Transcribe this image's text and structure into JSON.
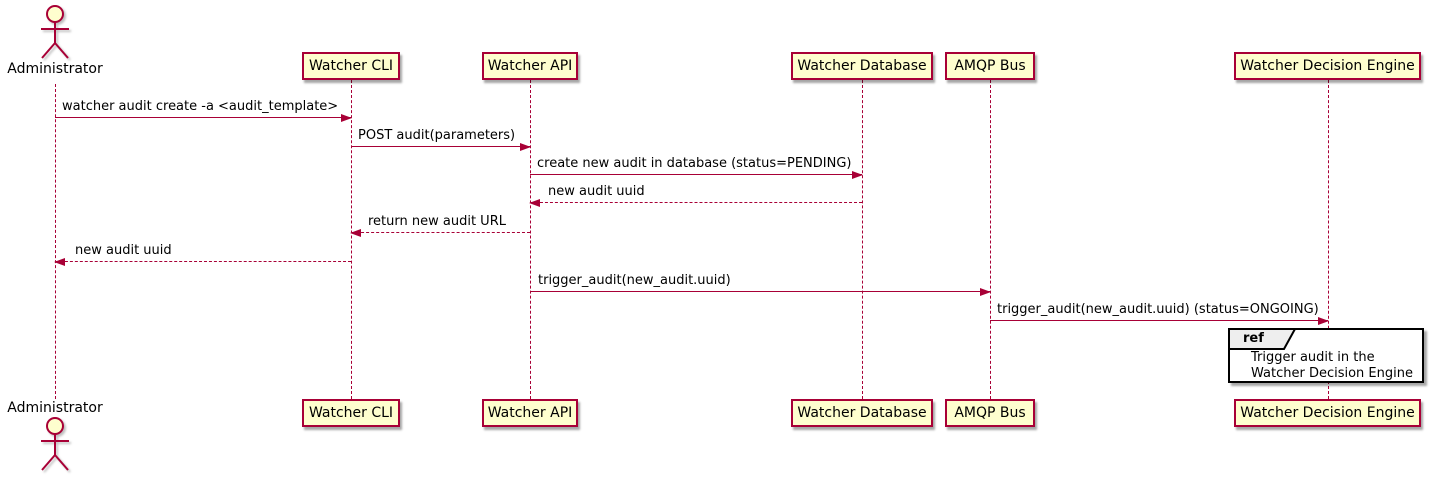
{
  "diagram": {
    "type": "sequence",
    "actor": {
      "label": "Administrator"
    },
    "participants": [
      {
        "id": "watcher-cli",
        "label": "Watcher CLI"
      },
      {
        "id": "watcher-api",
        "label": "Watcher API"
      },
      {
        "id": "watcher-database",
        "label": "Watcher Database"
      },
      {
        "id": "amqp-bus",
        "label": "AMQP Bus"
      },
      {
        "id": "watcher-decision-engine",
        "label": "Watcher Decision Engine"
      }
    ],
    "messages": [
      {
        "from": "Administrator",
        "to": "Watcher CLI",
        "text": "watcher audit create -a <audit_template>",
        "line": "solid"
      },
      {
        "from": "Watcher CLI",
        "to": "Watcher API",
        "text": "POST audit(parameters)",
        "line": "solid"
      },
      {
        "from": "Watcher API",
        "to": "Watcher Database",
        "text": "create new audit in database (status=PENDING)",
        "line": "solid"
      },
      {
        "from": "Watcher Database",
        "to": "Watcher API",
        "text": "new audit uuid",
        "line": "dashed"
      },
      {
        "from": "Watcher API",
        "to": "Watcher CLI",
        "text": "return new audit URL",
        "line": "dashed"
      },
      {
        "from": "Watcher CLI",
        "to": "Administrator",
        "text": "new audit uuid",
        "line": "dashed"
      },
      {
        "from": "Watcher API",
        "to": "AMQP Bus",
        "text": "trigger_audit(new_audit.uuid)",
        "line": "solid"
      },
      {
        "from": "AMQP Bus",
        "to": "Watcher Decision Engine",
        "text": "trigger_audit(new_audit.uuid) (status=ONGOING)",
        "line": "solid"
      }
    ],
    "ref": {
      "keyword": "ref",
      "lines": [
        "Trigger audit in the",
        "Watcher Decision Engine"
      ]
    },
    "colors": {
      "accent": "#A80036",
      "participant_fill": "#FEFECE",
      "ref_header_fill": "#EEEEEE",
      "background": "#FFFFFF",
      "text": "#000000"
    }
  }
}
